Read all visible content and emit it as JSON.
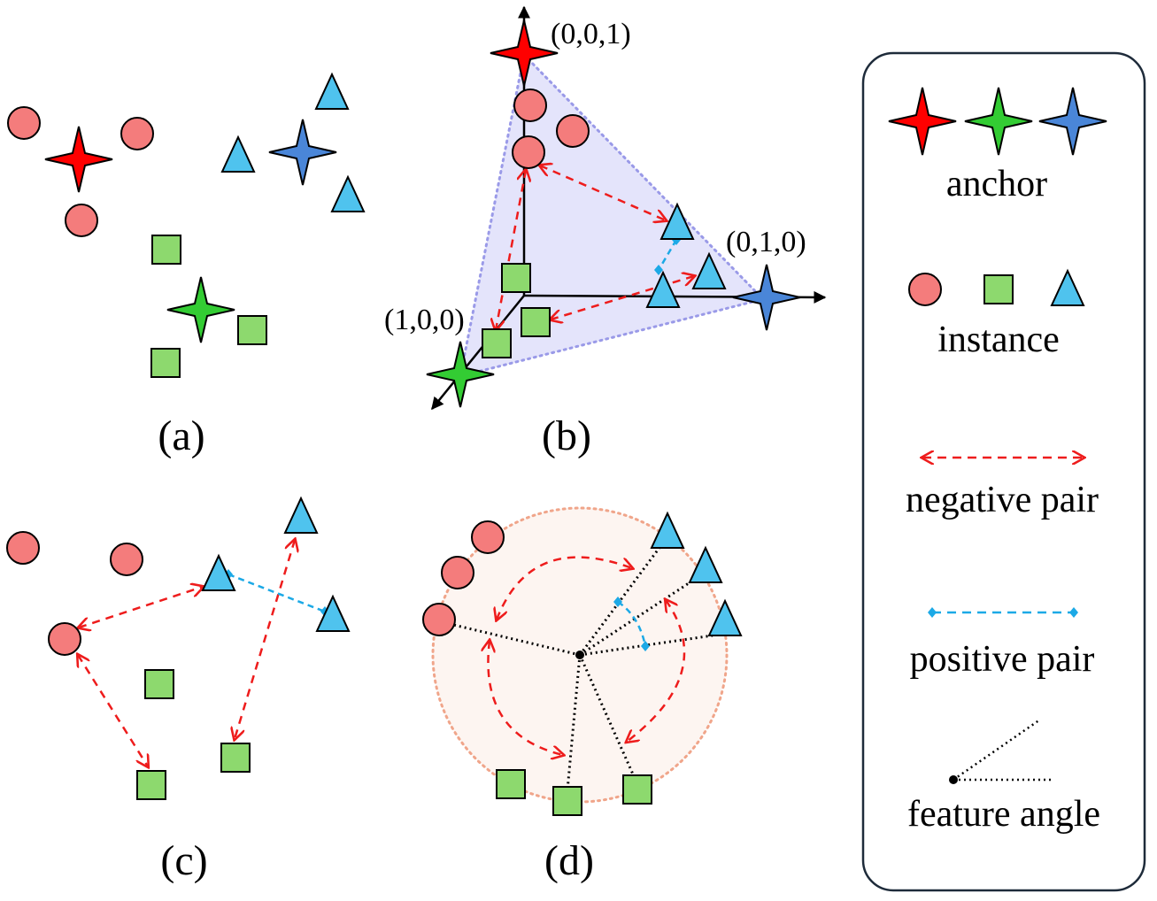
{
  "panels": {
    "a": {
      "label": "(a)"
    },
    "b": {
      "label": "(b)",
      "coord_top": "(0,0,1)",
      "coord_right": "(0,1,0)",
      "coord_left": "(1,0,0)"
    },
    "c": {
      "label": "(c)"
    },
    "d": {
      "label": "(d)"
    }
  },
  "legend": {
    "anchor_label": "anchor",
    "instance_label": "instance",
    "negative_label": "negative pair",
    "positive_label": "positive pair",
    "angle_label": "feature angle"
  },
  "colors": {
    "anchor_red": "#ff0000",
    "anchor_green": "#33cc33",
    "anchor_blue": "#4a86d8",
    "circle": "#f47c7c",
    "square": "#8dd96e",
    "triangle": "#4fc3ee",
    "negative": "#ee1c1c",
    "positive": "#1ca9e6",
    "simplex_fill": "#e4e4fb",
    "simplex_edge": "#9a9ae8",
    "sphere_fill": "#fdf5f1",
    "sphere_edge": "#f0a58a"
  },
  "icons": {
    "anchor": "four-point-star-icon",
    "circle": "circle-icon",
    "square": "square-icon",
    "triangle": "triangle-icon"
  }
}
